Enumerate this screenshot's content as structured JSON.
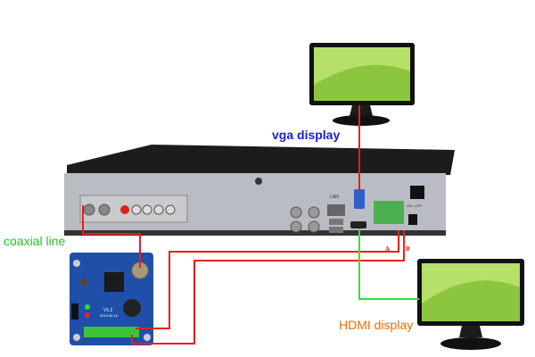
{
  "labels": {
    "vga": "vga display",
    "coax": "coaxial line",
    "hdmi": "HDMI display",
    "a": "A",
    "b": "B"
  },
  "dvr": {
    "lan": "LAN",
    "power": "ON / OFF"
  },
  "board": {
    "version": "V1.2",
    "date": "2014.06.15"
  },
  "colors": {
    "vga_label": "#1a1adc",
    "coax_label": "#22c422",
    "hdmi_label": "#f26b00",
    "wire_red": "#ee1c1c",
    "wire_green": "#3ddc3d",
    "board": "#1f4fa8"
  }
}
